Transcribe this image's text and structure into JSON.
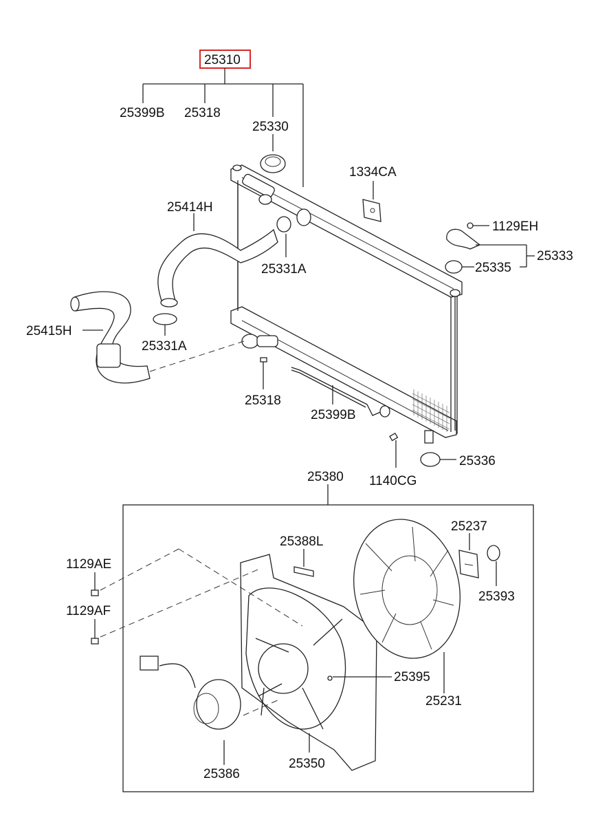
{
  "highlight_color": "#d62828",
  "labels": {
    "p25310": "25310",
    "p25399B_top": "25399B",
    "p25318_top": "25318",
    "p25330": "25330",
    "p1334CA": "1334CA",
    "p25414H": "25414H",
    "p1129EH": "1129EH",
    "p25333": "25333",
    "p25335": "25335",
    "p25331A_upper": "25331A",
    "p25415H": "25415H",
    "p25331A_lower": "25331A",
    "p25318_bottom": "25318",
    "p25399B_bottom": "25399B",
    "p25336": "25336",
    "p1140CG": "1140CG",
    "p25380": "25380",
    "p25237": "25237",
    "p25388L": "25388L",
    "p1129AE": "1129AE",
    "p25393": "25393",
    "p1129AF": "1129AF",
    "p25395": "25395",
    "p25231": "25231",
    "p25386": "25386",
    "p25350": "25350"
  }
}
